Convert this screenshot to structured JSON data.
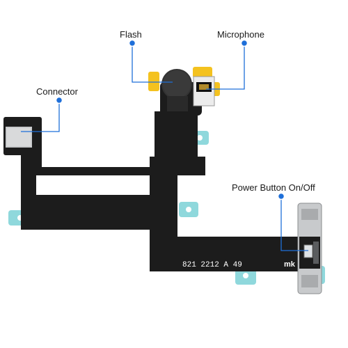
{
  "callouts": {
    "flash": "Flash",
    "microphone": "Microphone",
    "connector": "Connector",
    "power_button": "Power Button On/Off"
  },
  "cable_marking": "821 2212  A  49",
  "cable_logo_text": "mk",
  "colors": {
    "cable": "#1c1c1c",
    "callout_line": "#1e6fd9",
    "stiffener_tab": "#8fd8dc",
    "yellow_tab": "#f4c21f",
    "metal": "#c8cacc"
  },
  "icons": [
    "flash-icon",
    "microphone-icon",
    "connector-icon",
    "power-button-icon"
  ]
}
